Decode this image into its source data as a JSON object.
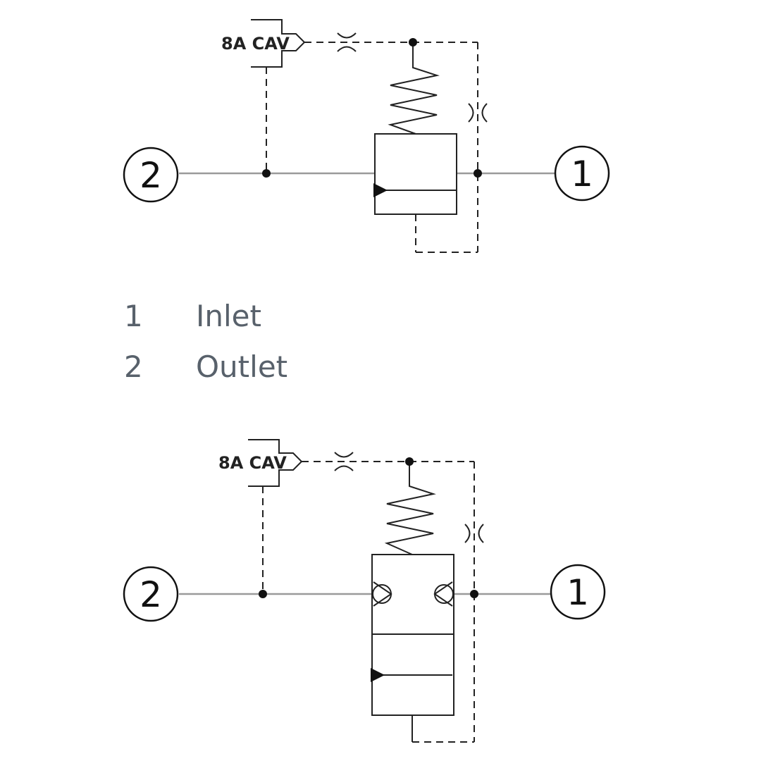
{
  "schematics": [
    {
      "port_left_label": "2",
      "port_right_label": "1",
      "cavity_label": "8A CAV"
    },
    {
      "port_left_label": "2",
      "port_right_label": "1",
      "cavity_label": "8A CAV"
    }
  ],
  "legend": [
    {
      "number": "1",
      "label": "Inlet"
    },
    {
      "number": "2",
      "label": "Outlet"
    }
  ]
}
